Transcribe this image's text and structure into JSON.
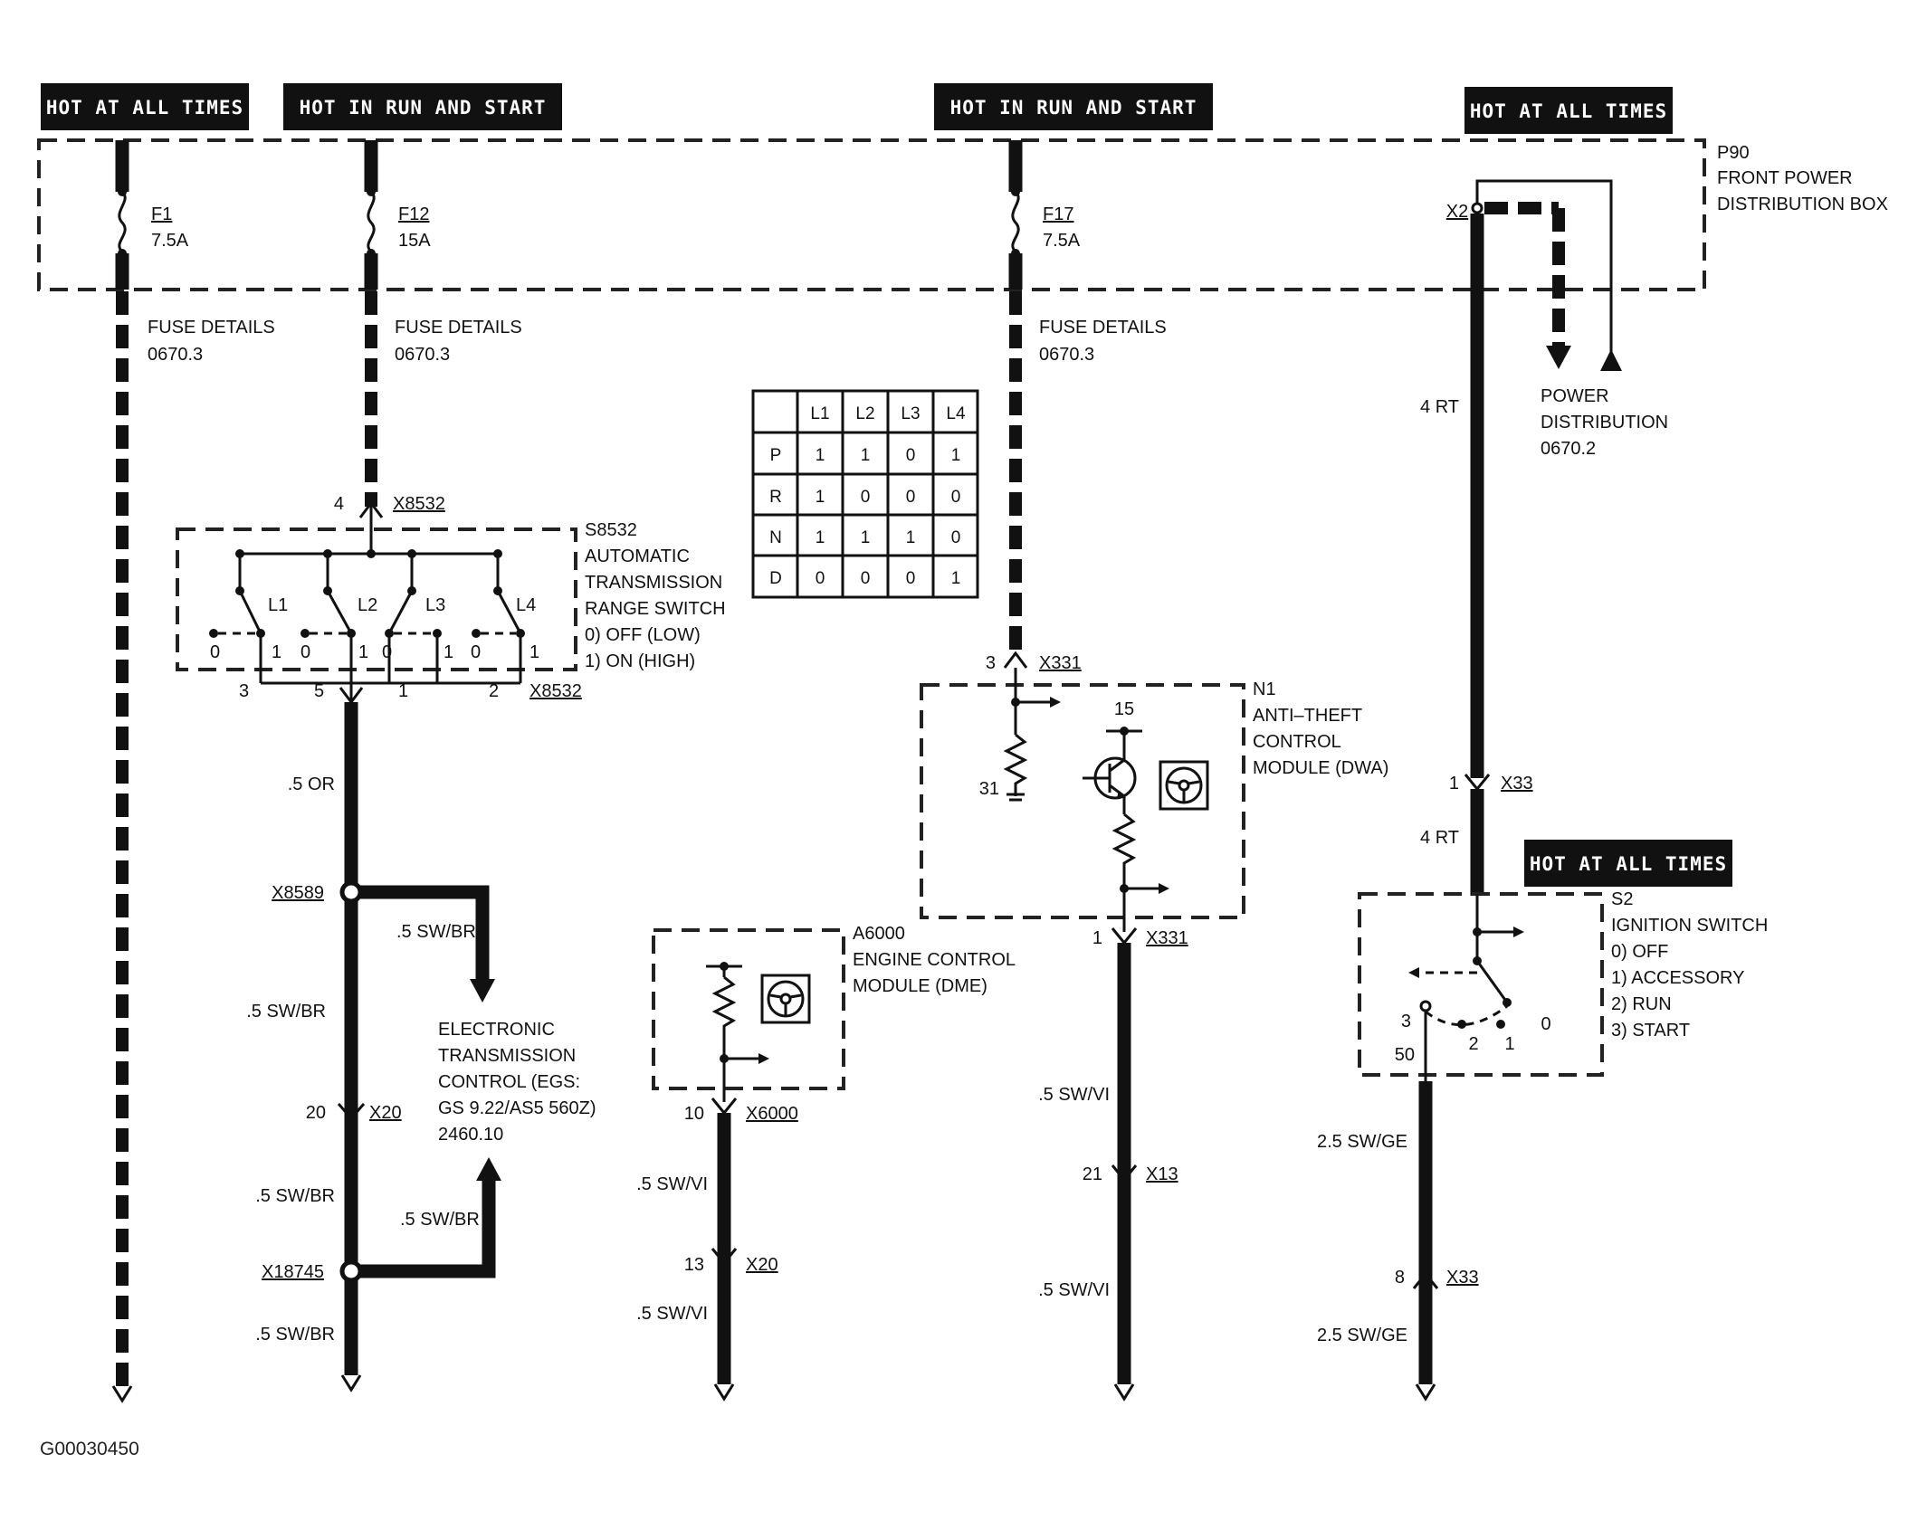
{
  "headers": {
    "h1": "HOT AT ALL TIMES",
    "h2": "HOT IN RUN AND START",
    "h3": "HOT IN RUN AND START",
    "h4": "HOT AT ALL TIMES",
    "h5": "HOT AT ALL TIMES"
  },
  "p90": {
    "id": "P90",
    "line1": "FRONT POWER",
    "line2": "DISTRIBUTION BOX"
  },
  "fuses": [
    {
      "name": "F1",
      "rating": "7.5A",
      "details": "FUSE DETAILS",
      "ref": "0670.3"
    },
    {
      "name": "F12",
      "rating": "15A",
      "details": "FUSE DETAILS",
      "ref": "0670.3"
    },
    {
      "name": "F17",
      "rating": "7.5A",
      "details": "FUSE DETAILS",
      "ref": "0670.3"
    }
  ],
  "x2": "X2",
  "power_dist": {
    "line1": "POWER",
    "line2": "DISTRIBUTION",
    "ref": "0670.2"
  },
  "wire_4rt": "4 RT",
  "table": {
    "columns": [
      "L1",
      "L2",
      "L3",
      "L4"
    ],
    "rows": [
      {
        "label": "P",
        "values": [
          "1",
          "1",
          "0",
          "1"
        ]
      },
      {
        "label": "R",
        "values": [
          "1",
          "0",
          "0",
          "0"
        ]
      },
      {
        "label": "N",
        "values": [
          "1",
          "1",
          "1",
          "0"
        ]
      },
      {
        "label": "D",
        "values": [
          "0",
          "0",
          "0",
          "1"
        ]
      }
    ]
  },
  "s8532": {
    "pin_in": "4",
    "conn_in": "X8532",
    "id": "S8532",
    "line1": "AUTOMATIC",
    "line2": "TRANSMISSION",
    "line3": "RANGE SWITCH",
    "line4": "0)   OFF (LOW)",
    "line5": "1)   ON (HIGH)",
    "switches": [
      "L1",
      "L2",
      "L3",
      "L4"
    ],
    "pos0": "0",
    "pos1": "1",
    "pins_out": [
      "3",
      "5",
      "1",
      "2"
    ],
    "conn_out": "X8532"
  },
  "left_branch": {
    "wire1": ".5 OR",
    "splice1": "X8589",
    "wire2": ".5 SW/BR",
    "wire3": ".5 SW/BR",
    "pin20": "20",
    "x20": "X20",
    "wire4": ".5 SW/BR",
    "wire5": ".5 SW/BR",
    "splice2": "X18745",
    "wire6": ".5 SW/BR",
    "egs1": "ELECTRONIC",
    "egs2": "TRANSMISSION",
    "egs3": "CONTROL (EGS:",
    "egs4": "GS 9.22/AS5 560Z)",
    "egs5": "2460.10"
  },
  "n1": {
    "pin_in": "3",
    "conn_in": "X331",
    "id": "N1",
    "line1": "ANTI–THEFT",
    "line2": "CONTROL",
    "line3": "MODULE (DWA)",
    "pin15": "15",
    "pin31": "31",
    "pin_out": "1",
    "conn_out": "X331",
    "wire1": ".5 SW/VI",
    "pin21": "21",
    "x13": "X13",
    "wire2": ".5 SW/VI"
  },
  "a6000": {
    "id": "A6000",
    "line1": "ENGINE CONTROL",
    "line2": "MODULE (DME)",
    "pin_out": "10",
    "conn_out": "X6000",
    "wire1": ".5 SW/VI",
    "pin13": "13",
    "x20": "X20",
    "wire2": ".5 SW/VI"
  },
  "s2": {
    "pin1": "1",
    "x33": "X33",
    "wire_4rt": "4 RT",
    "id": "S2",
    "line1": "IGNITION SWITCH",
    "line2": "0)    OFF",
    "line3": "1)    ACCESSORY",
    "line4": "2)    RUN",
    "line5": "3)    START",
    "p3": "3",
    "p2": "2",
    "p1": "1",
    "p0": "0",
    "p50": "50",
    "wire1": "2.5 SW/GE",
    "pin8": "8",
    "x33b": "X33",
    "wire2": "2.5 SW/GE"
  },
  "image_code": "G00030450"
}
